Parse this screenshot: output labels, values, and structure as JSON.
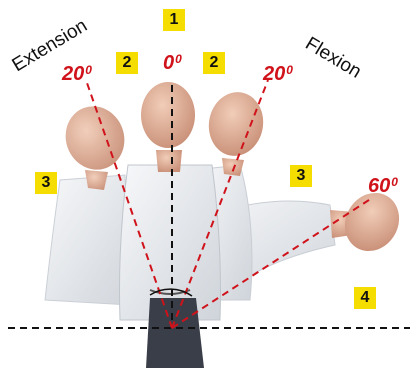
{
  "labels": {
    "extension": "Extension",
    "flexion": "Flexion"
  },
  "angles": {
    "neutral": "0",
    "extension": "20",
    "flexion_moderate": "20",
    "flexion_full": "60",
    "degree_mark": "0"
  },
  "badges": {
    "b1": "1",
    "b2_left": "2",
    "b2_right": "2",
    "b3_left": "3",
    "b3_right": "3",
    "b4": "4"
  },
  "colors": {
    "angle_red": "#d0121b",
    "badge_yellow": "#f5dd00",
    "shirt": "#eceff3",
    "skin": "#e2b29a",
    "trousers": "#3a3e48"
  }
}
